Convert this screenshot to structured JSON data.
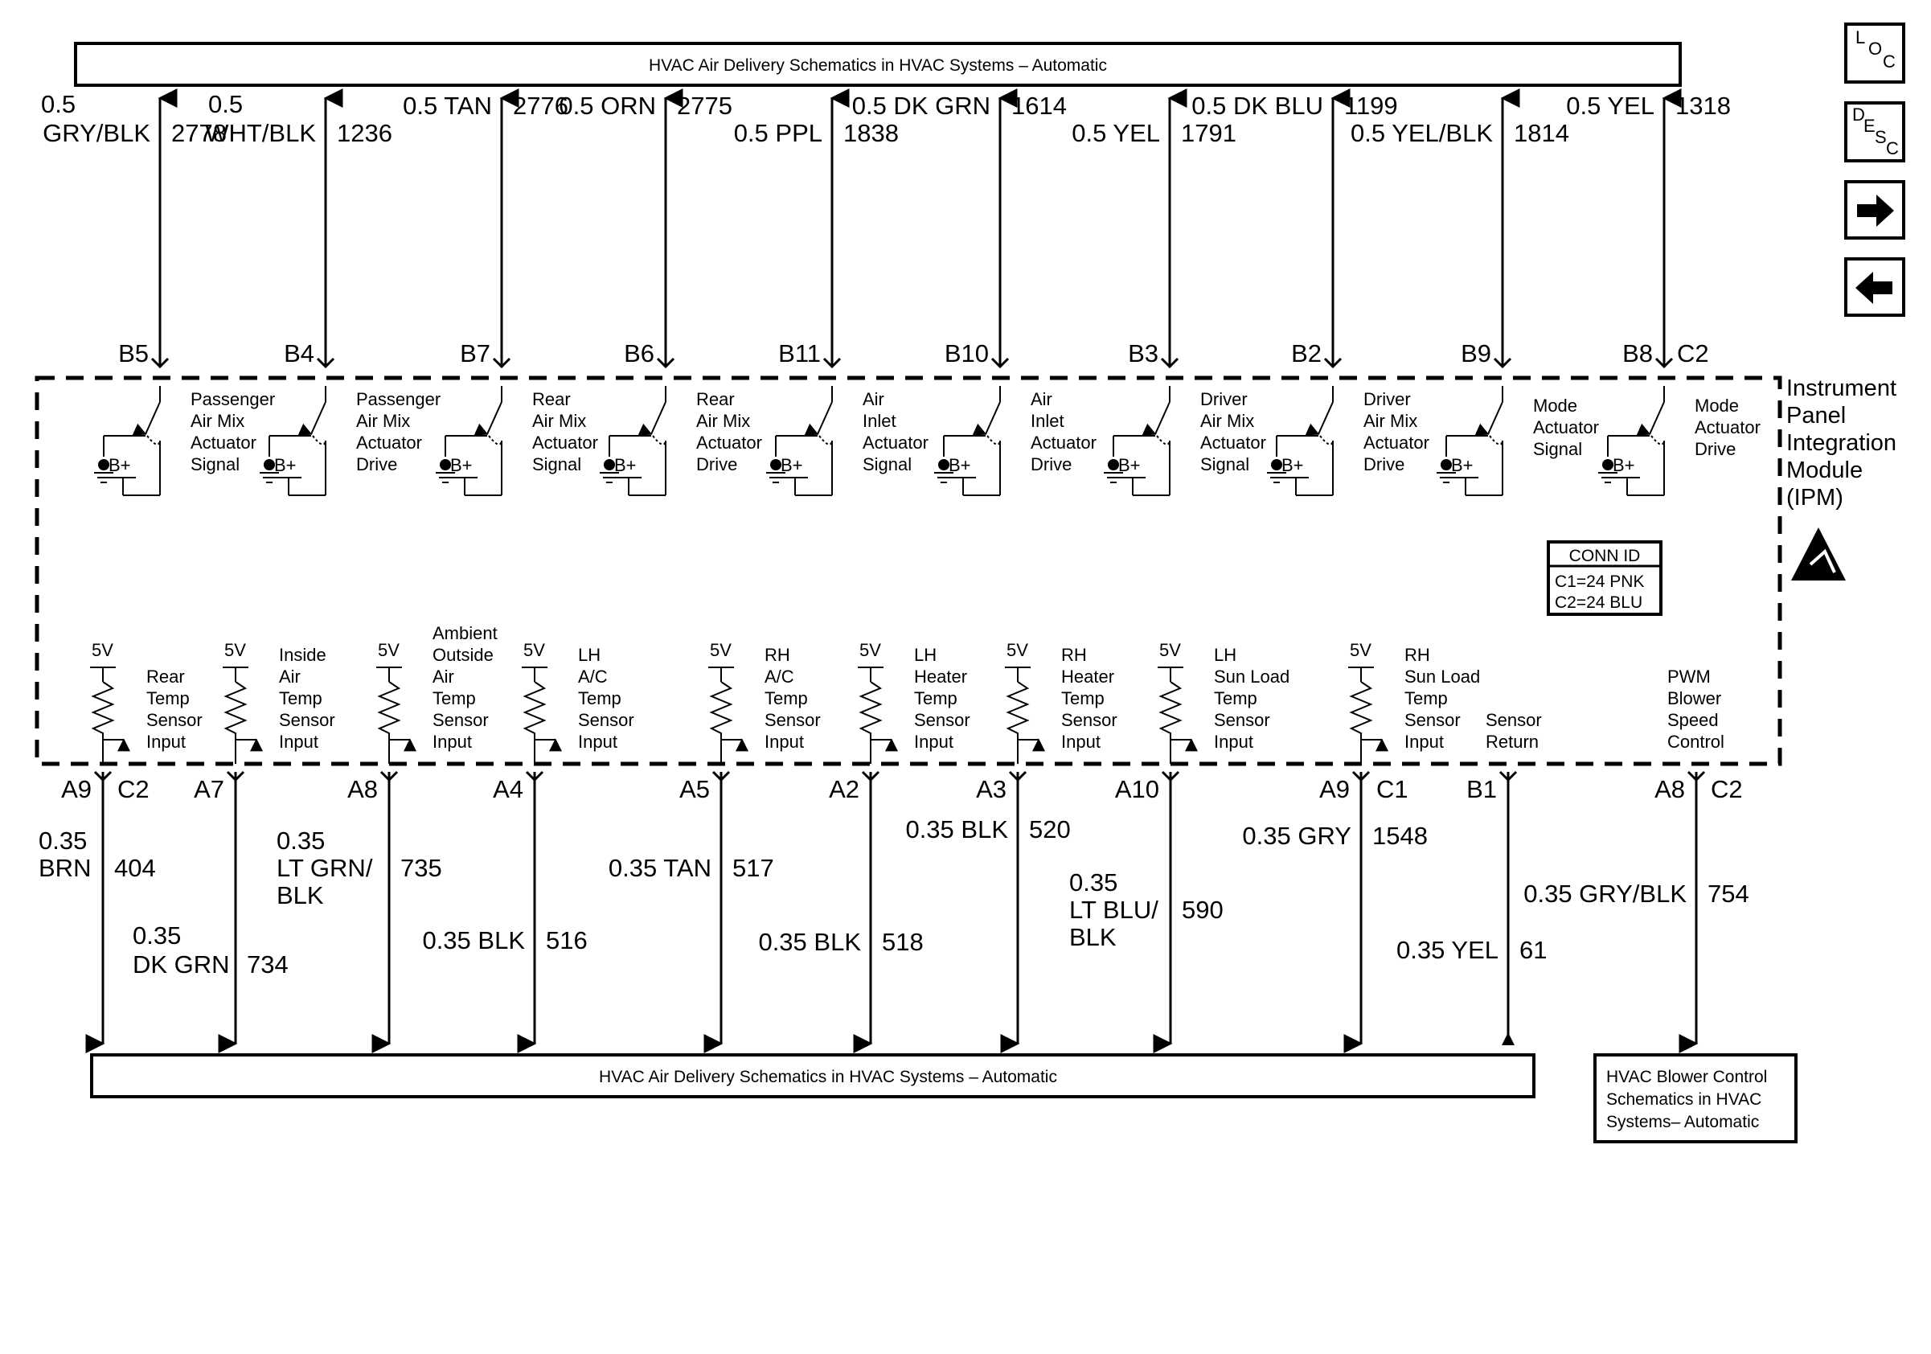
{
  "top_box": "HVAC Air Delivery Schematics in HVAC Systems – Automatic",
  "bottom_box": "HVAC Air Delivery Schematics in HVAC Systems – Automatic",
  "blower_box": [
    "HVAC Blower Control",
    "Schematics in HVAC",
    "Systems– Automatic"
  ],
  "nav_buttons": {
    "loc": [
      "L",
      "O",
      "C"
    ],
    "desc": [
      "D",
      "E",
      "S",
      "C"
    ]
  },
  "module_name": [
    "Instrument",
    "Panel",
    "Integration",
    "Module",
    "(IPM)"
  ],
  "conn_id": {
    "title": "CONN ID",
    "lines": [
      "C1=24 PNK",
      "C2=24 BLU"
    ]
  },
  "top_connector": "C2",
  "top_circuits": [
    {
      "pin": "B5",
      "wire": [
        "0.5",
        "GRY/BLK"
      ],
      "circuit": "2778",
      "label": [
        "Passenger",
        "Air Mix",
        "Actuator",
        "Signal"
      ]
    },
    {
      "pin": "B4",
      "wire": [
        "0.5",
        "WHT/BLK"
      ],
      "circuit": "1236",
      "label": [
        "Passenger",
        "Air Mix",
        "Actuator",
        "Drive"
      ]
    },
    {
      "pin": "B7",
      "wire": [
        "0.5 TAN"
      ],
      "circuit": "2776",
      "label": [
        "Rear",
        "Air Mix",
        "Actuator",
        "Signal"
      ]
    },
    {
      "pin": "B6",
      "wire": [
        "0.5 ORN"
      ],
      "circuit": "2775",
      "label": [
        "Rear",
        "Air Mix",
        "Actuator",
        "Drive"
      ]
    },
    {
      "pin": "B11",
      "wire": [
        "0.5 PPL"
      ],
      "circuit": "1838",
      "label": [
        "Air",
        "Inlet",
        "Actuator",
        "Signal"
      ]
    },
    {
      "pin": "B10",
      "wire": [
        "0.5 DK GRN"
      ],
      "circuit": "1614",
      "label": [
        "Air",
        "Inlet",
        "Actuator",
        "Drive"
      ]
    },
    {
      "pin": "B3",
      "wire": [
        "0.5 YEL"
      ],
      "circuit": "1791",
      "label": [
        "Driver",
        "Air Mix",
        "Actuator",
        "Signal"
      ]
    },
    {
      "pin": "B2",
      "wire": [
        "0.5 DK BLU"
      ],
      "circuit": "1199",
      "label": [
        "Driver",
        "Air Mix",
        "Actuator",
        "Drive"
      ]
    },
    {
      "pin": "B9",
      "wire": [
        "0.5 YEL/BLK"
      ],
      "circuit": "1814",
      "label": [
        "Mode",
        "Actuator",
        "Signal"
      ]
    },
    {
      "pin": "B8",
      "wire": [
        "0.5 YEL"
      ],
      "circuit": "1318",
      "label": [
        "Mode",
        "Actuator",
        "Drive"
      ]
    }
  ],
  "switch_supply": "B+",
  "sensor_supply": "5V",
  "bottom_connector_a": "C2",
  "bottom_connector_b": "C1",
  "bottom_connector_c": "C2",
  "bottom_circuits": [
    {
      "pin": "A9",
      "wire": [
        "0.35",
        "BRN"
      ],
      "circuit": "404",
      "label": [
        "Rear",
        "Temp",
        "Sensor",
        "Input"
      ]
    },
    {
      "pin": "A7",
      "wire": [
        "0.35",
        "DK GRN"
      ],
      "circuit": "734",
      "label": [
        "Inside",
        "Air",
        "Temp",
        "Sensor",
        "Input"
      ]
    },
    {
      "pin": "A8",
      "wire": [
        "0.35",
        "LT GRN/",
        "BLK"
      ],
      "circuit": "735",
      "label": [
        "Ambient",
        "Outside",
        "Air",
        "Temp",
        "Sensor",
        "Input"
      ]
    },
    {
      "pin": "A4",
      "wire": [
        "0.35 BLK"
      ],
      "circuit": "516",
      "label": [
        "LH",
        "A/C",
        "Temp",
        "Sensor",
        "Input"
      ]
    },
    {
      "pin": "A5",
      "wire": [
        "0.35 TAN"
      ],
      "circuit": "517",
      "label": [
        "RH",
        "A/C",
        "Temp",
        "Sensor",
        "Input"
      ]
    },
    {
      "pin": "A2",
      "wire": [
        "0.35 BLK"
      ],
      "circuit": "518",
      "label": [
        "LH",
        "Heater",
        "Temp",
        "Sensor",
        "Input"
      ]
    },
    {
      "pin": "A3",
      "wire": [
        "0.35 BLK"
      ],
      "circuit": "520",
      "label": [
        "RH",
        "Heater",
        "Temp",
        "Sensor",
        "Input"
      ]
    },
    {
      "pin": "A10",
      "wire": [
        "0.35",
        "LT BLU/",
        "BLK"
      ],
      "circuit": "590",
      "label": [
        "LH",
        "Sun Load",
        "Temp",
        "Sensor",
        "Input"
      ]
    },
    {
      "pin": "A9",
      "wire": [
        "0.35 GRY"
      ],
      "circuit": "1548",
      "label": [
        "RH",
        "Sun Load",
        "Temp",
        "Sensor",
        "Input"
      ]
    },
    {
      "pin": "B1",
      "wire": [
        "0.35 YEL"
      ],
      "circuit": "61",
      "label": [
        "Sensor",
        "Return"
      ]
    },
    {
      "pin": "A8",
      "wire": [
        "0.35 GRY/BLK"
      ],
      "circuit": "754",
      "label": [
        "PWM",
        "Blower",
        "Speed",
        "Control"
      ]
    }
  ]
}
